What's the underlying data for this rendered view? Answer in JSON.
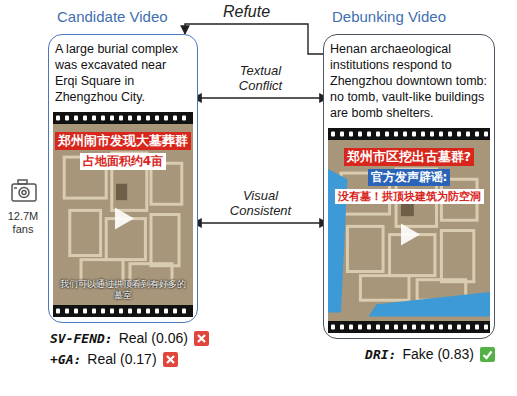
{
  "diagram": {
    "nodes": [
      {
        "text": [
          "Candidate Video"
        ]
      },
      {
        "text": [
          "A large burial complex was excavated near Erqi Square in Zhengzhou City."
        ],
        "in": 0
      },
      {
        "text": [
          "郑州闹市发现大墓葬群",
          "占地面积约4亩",
          "我们可以通过拱顶看到有好多的墓室"
        ],
        "in": 0
      },
      {
        "text": [
          "Debunking Video"
        ]
      },
      {
        "text": [
          "Henan archaeological institutions respond to Zhengzhou downtown tomb: no tomb, vault-like buildings are bomb shelters."
        ],
        "in": 3
      },
      {
        "text": [
          "郑州市区挖出古墓群?",
          "官方发声辟谣:",
          "没有墓！拱顶块建筑为防空洞"
        ],
        "in": 3
      }
    ],
    "edges": [
      {
        "from": 3,
        "to": 0,
        "arrow": "to",
        "label": "Refute"
      },
      {
        "from": 1,
        "to": 4,
        "arrow": "both",
        "label": "Textual Conflict"
      },
      {
        "from": 2,
        "to": 5,
        "arrow": "both",
        "label": "Visual Consistent"
      }
    ],
    "labels": [
      "12.7M fans",
      "SV-FEND:",
      "Real (0.06)",
      "+GA:",
      "Real (0.17)",
      "DRI:",
      "Fake (0.83)"
    ]
  }
}
